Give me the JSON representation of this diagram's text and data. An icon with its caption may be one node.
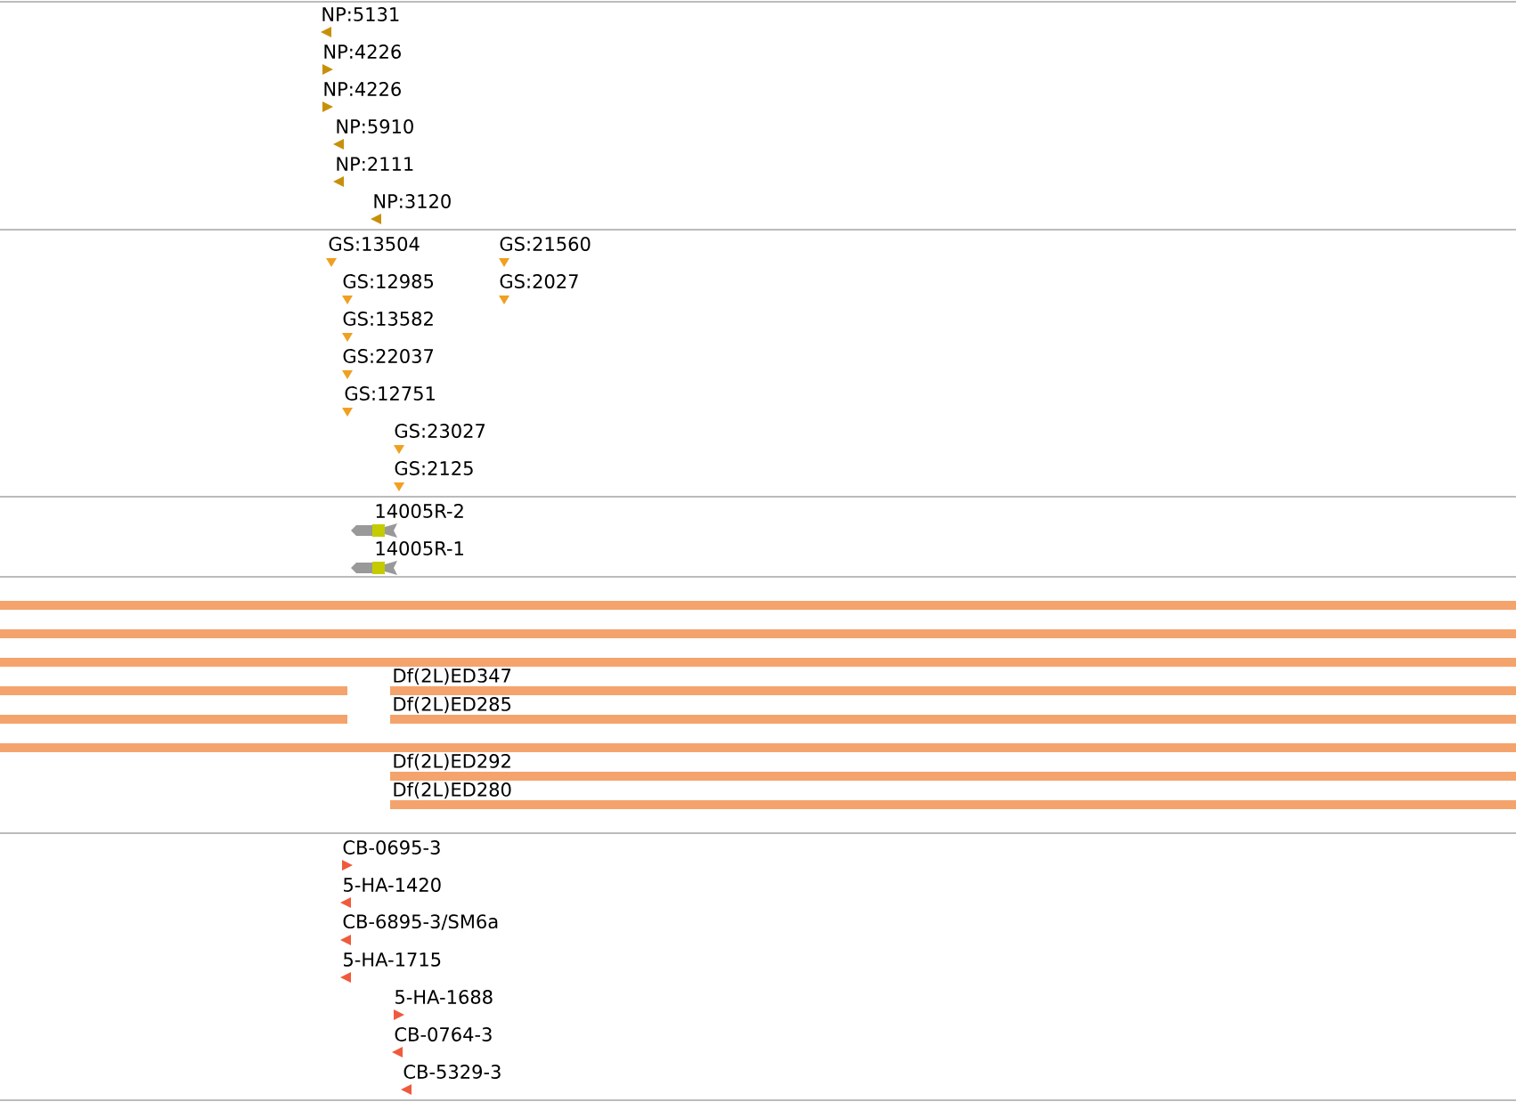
{
  "diagram": {
    "labels": [
      "NP:5131",
      "NP:4226",
      "NP:4226",
      "NP:5910",
      "NP:2111",
      "NP:3120",
      "GS:13504",
      "GS:21560",
      "GS:12985",
      "GS:2027",
      "GS:13582",
      "GS:22037",
      "GS:12751",
      "GS:23027",
      "GS:2125",
      "14005R-2",
      "14005R-1",
      "Df(2L)ED347",
      "Df(2L)ED285",
      "Df(2L)ED292",
      "Df(2L)ED280",
      "CB-0695-3",
      "5-HA-1420",
      "CB-6895-3/SM6a",
      "5-HA-1715",
      "5-HA-1688",
      "CB-0764-3",
      "CB-5329-3"
    ]
  }
}
